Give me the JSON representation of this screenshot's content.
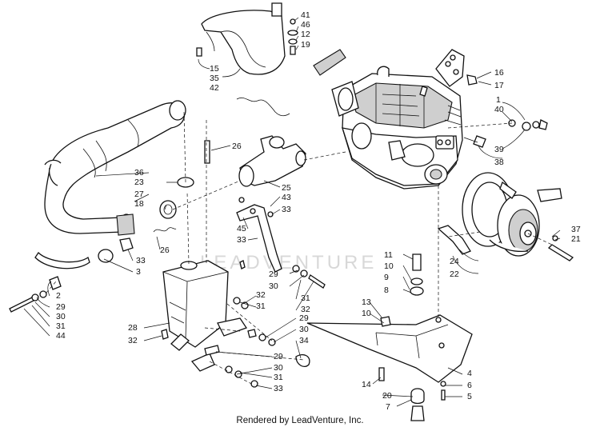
{
  "watermark": "LEADVENTURE",
  "footer": "Rendered by LeadVenture, Inc.",
  "labels": [
    {
      "id": "41",
      "text": "41"
    },
    {
      "id": "46",
      "text": "46"
    },
    {
      "id": "12",
      "text": "12"
    },
    {
      "id": "19",
      "text": "19"
    },
    {
      "id": "15",
      "text": "15"
    },
    {
      "id": "35",
      "text": "35"
    },
    {
      "id": "42",
      "text": "42"
    },
    {
      "id": "16",
      "text": "16"
    },
    {
      "id": "17",
      "text": "17"
    },
    {
      "id": "1",
      "text": "1"
    },
    {
      "id": "40",
      "text": "40"
    },
    {
      "id": "39",
      "text": "39"
    },
    {
      "id": "38",
      "text": "38"
    },
    {
      "id": "26a",
      "text": "26"
    },
    {
      "id": "36",
      "text": "36"
    },
    {
      "id": "23",
      "text": "23"
    },
    {
      "id": "27",
      "text": "27"
    },
    {
      "id": "18",
      "text": "18"
    },
    {
      "id": "25",
      "text": "25"
    },
    {
      "id": "43",
      "text": "43"
    },
    {
      "id": "33a",
      "text": "33"
    },
    {
      "id": "45",
      "text": "45"
    },
    {
      "id": "33b",
      "text": "33"
    },
    {
      "id": "26b",
      "text": "26"
    },
    {
      "id": "33c",
      "text": "33"
    },
    {
      "id": "3",
      "text": "3"
    },
    {
      "id": "2",
      "text": "2"
    },
    {
      "id": "29a",
      "text": "29"
    },
    {
      "id": "30a",
      "text": "30"
    },
    {
      "id": "31a",
      "text": "31"
    },
    {
      "id": "44",
      "text": "44"
    },
    {
      "id": "11",
      "text": "11"
    },
    {
      "id": "10a",
      "text": "10"
    },
    {
      "id": "9",
      "text": "9"
    },
    {
      "id": "8",
      "text": "8"
    },
    {
      "id": "37",
      "text": "37"
    },
    {
      "id": "21",
      "text": "21"
    },
    {
      "id": "24",
      "text": "24"
    },
    {
      "id": "22",
      "text": "22"
    },
    {
      "id": "29b",
      "text": "29"
    },
    {
      "id": "30b",
      "text": "30"
    },
    {
      "id": "32a",
      "text": "32"
    },
    {
      "id": "31b",
      "text": "31"
    },
    {
      "id": "31c",
      "text": "31"
    },
    {
      "id": "32b",
      "text": "32"
    },
    {
      "id": "13",
      "text": "13"
    },
    {
      "id": "10b",
      "text": "10"
    },
    {
      "id": "28",
      "text": "28"
    },
    {
      "id": "32c",
      "text": "32"
    },
    {
      "id": "29c",
      "text": "29"
    },
    {
      "id": "30c",
      "text": "30"
    },
    {
      "id": "34",
      "text": "34"
    },
    {
      "id": "29d",
      "text": "29"
    },
    {
      "id": "30d",
      "text": "30"
    },
    {
      "id": "31d",
      "text": "31"
    },
    {
      "id": "33d",
      "text": "33"
    },
    {
      "id": "4",
      "text": "4"
    },
    {
      "id": "14",
      "text": "14"
    },
    {
      "id": "6",
      "text": "6"
    },
    {
      "id": "20",
      "text": "20"
    },
    {
      "id": "5",
      "text": "5"
    },
    {
      "id": "7",
      "text": "7"
    }
  ]
}
